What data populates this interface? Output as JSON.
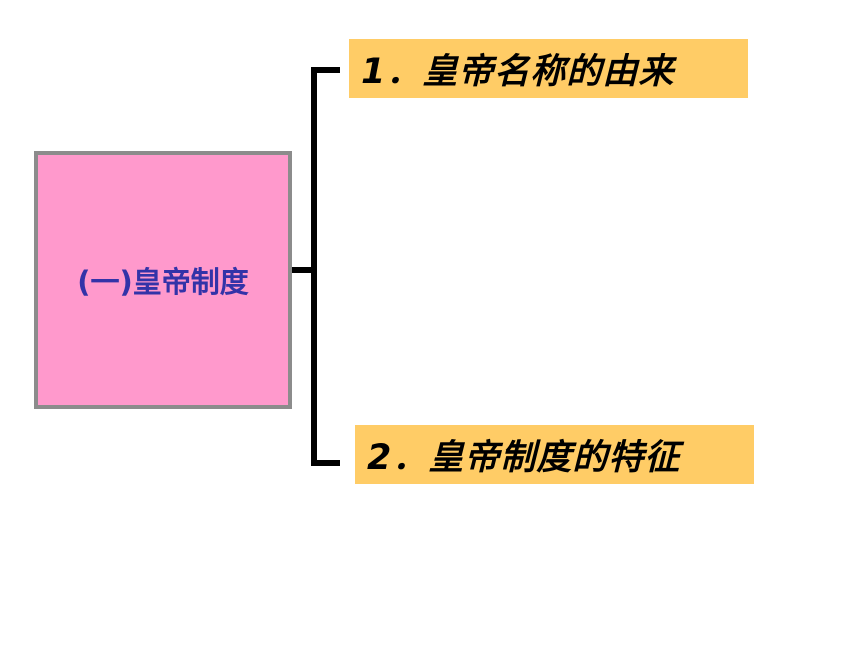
{
  "diagram": {
    "root": {
      "label": "(一)皇帝制度"
    },
    "branches": [
      {
        "label": "1．皇帝名称的由来"
      },
      {
        "label": "2．皇帝制度的特征"
      }
    ]
  },
  "colors": {
    "root_fill": "#FF99CC",
    "root_border": "#8C8C8C",
    "root_text": "#3333A8",
    "branch_fill": "#FFCC66",
    "branch_text": "#000000",
    "connector": "#000000"
  }
}
